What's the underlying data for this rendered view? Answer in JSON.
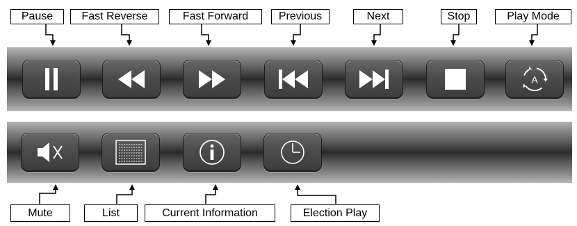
{
  "top_controls": [
    {
      "id": "pause",
      "label": "Pause",
      "icon": "pause-icon"
    },
    {
      "id": "fast-reverse",
      "label": "Fast Reverse",
      "icon": "fast-reverse-icon"
    },
    {
      "id": "fast-forward",
      "label": "Fast Forward",
      "icon": "fast-forward-icon"
    },
    {
      "id": "previous",
      "label": "Previous",
      "icon": "previous-icon"
    },
    {
      "id": "next",
      "label": "Next",
      "icon": "next-icon"
    },
    {
      "id": "stop",
      "label": "Stop",
      "icon": "stop-icon"
    },
    {
      "id": "play-mode",
      "label": "Play Mode",
      "icon": "play-mode-icon",
      "icon_letter": "A"
    }
  ],
  "bottom_controls": [
    {
      "id": "mute",
      "label": "Mute",
      "icon": "mute-icon"
    },
    {
      "id": "list",
      "label": "List",
      "icon": "list-icon"
    },
    {
      "id": "current-information",
      "label": "Current Information",
      "icon": "info-icon"
    },
    {
      "id": "election-play",
      "label": "Election Play",
      "icon": "clock-icon"
    }
  ],
  "colors": {
    "bar_dark": "#2b2b2b",
    "bar_light": "#b4b4b4",
    "button": "#4b4b4b",
    "icon": "#ffffff",
    "label_border": "#000000"
  }
}
